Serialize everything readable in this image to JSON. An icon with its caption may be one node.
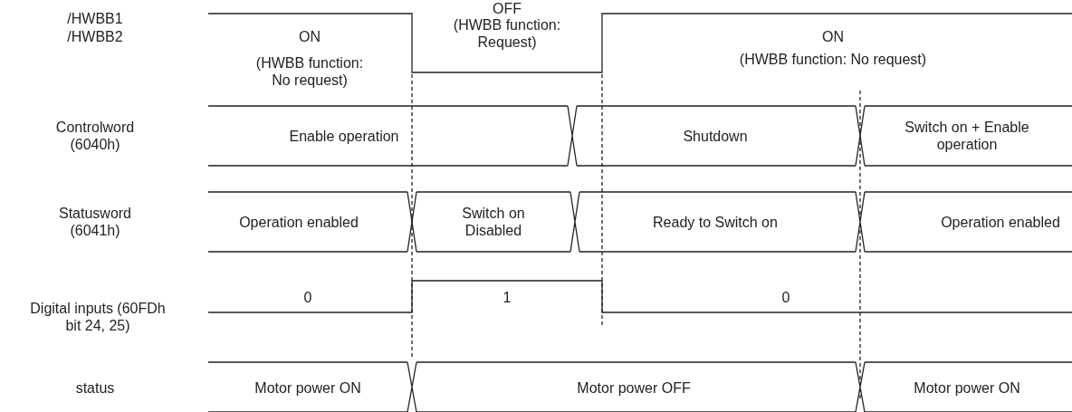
{
  "diagram": {
    "labels": [
      "/HWBB1",
      "/HWBB2",
      "ON",
      "(HWBB function: No request)",
      "OFF",
      "(HWBB function: Request)",
      "ON",
      "(HWBB function: No request)",
      "Controlword (6040h)",
      "Enable operation",
      "Shutdown",
      "Switch on + Enable operation",
      "Statusword (6041h)",
      "Operation enabled",
      "Switch on Disabled",
      "Ready to Switch on",
      "Operation enabled",
      "Digital inputs (60FDh bit 24, 25)",
      "0",
      "1",
      "0",
      "status",
      "Motor power ON",
      "Motor power OFF",
      "Motor power ON"
    ]
  }
}
